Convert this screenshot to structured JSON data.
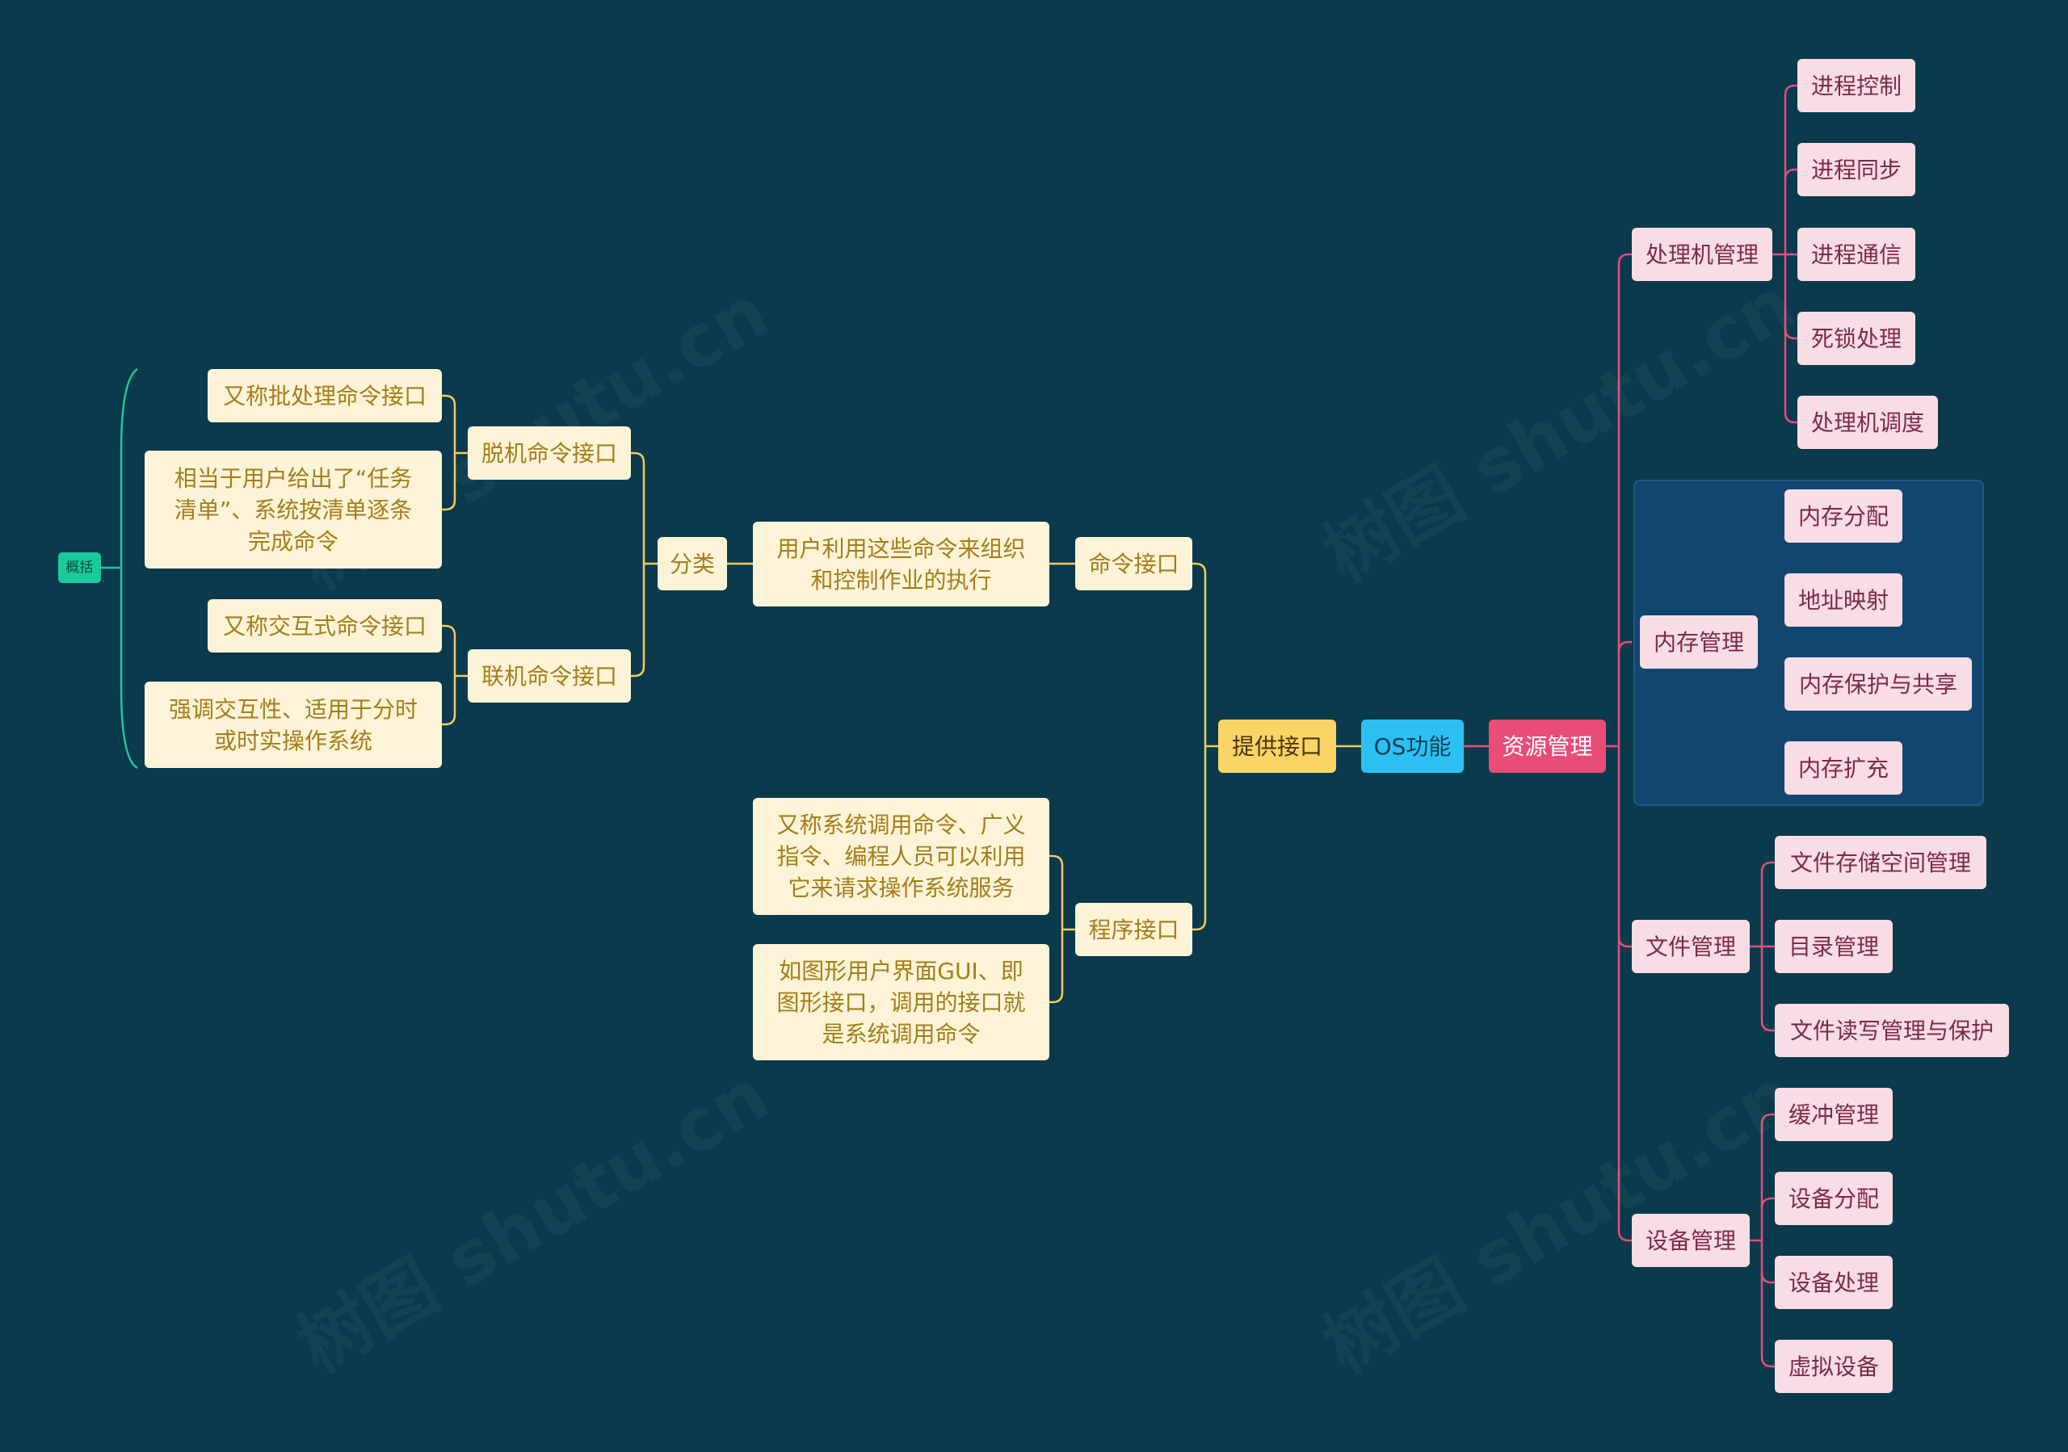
{
  "center": "OS功能",
  "left": {
    "root": "提供接口",
    "command_interface": "命令接口",
    "command_desc": "用户利用这些命令来组织\n和控制作业的执行",
    "classify": "分类",
    "offline": "脱机命令接口",
    "offline_note1": "又称批处理命令接口",
    "offline_note2": "相当于用户给出了“任务\n清单”、系统按清单逐条\n完成命令",
    "online": "联机命令接口",
    "online_note1": "又称交互式命令接口",
    "online_note2": "强调交互性、适用于分时\n或时实操作系统",
    "summary_tag": "概括",
    "program_interface": "程序接口",
    "program_note1": "又称系统调用命令、广义\n指令、编程人员可以利用\n它来请求操作系统服务",
    "program_note2": "如图形用户界面GUI、即\n图形接口，调用的接口就\n是系统调用命令"
  },
  "right": {
    "root": "资源管理",
    "processor": {
      "label": "处理机管理",
      "items": [
        "进程控制",
        "进程同步",
        "进程通信",
        "死锁处理",
        "处理机调度"
      ]
    },
    "memory": {
      "label": "内存管理",
      "items": [
        "内存分配",
        "地址映射",
        "内存保护与共享",
        "内存扩充"
      ]
    },
    "file": {
      "label": "文件管理",
      "items": [
        "文件存储空间管理",
        "目录管理",
        "文件读写管理与保护"
      ]
    },
    "device": {
      "label": "设备管理",
      "items": [
        "缓冲管理",
        "设备分配",
        "设备处理",
        "虚拟设备"
      ]
    }
  },
  "colors": {
    "background": "#0a3a4c",
    "left_line": "#f3cc5c",
    "right_line": "#e84d78",
    "summary_line": "#1bc99b"
  }
}
